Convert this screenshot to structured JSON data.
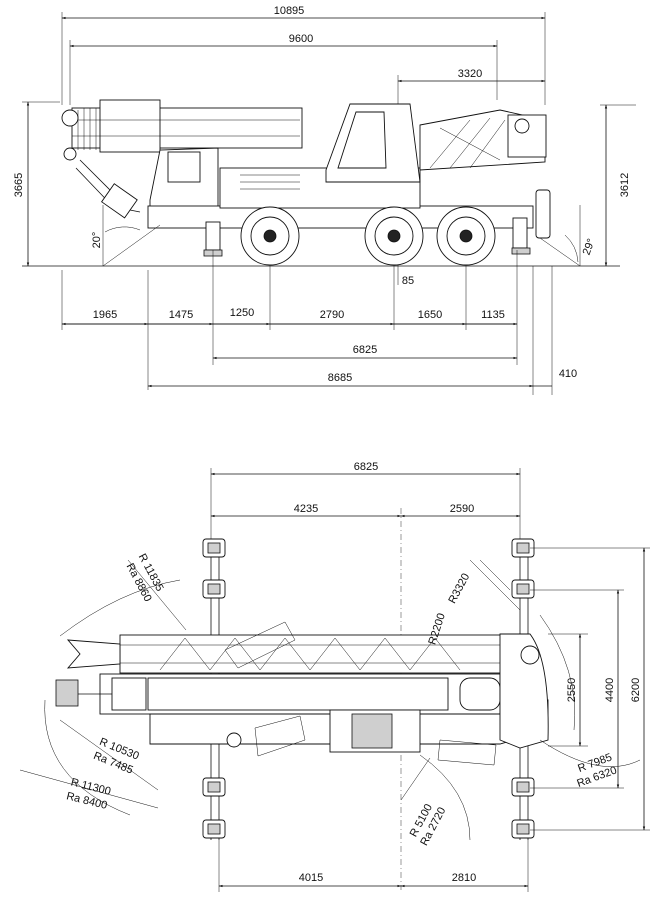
{
  "side_view": {
    "dims": {
      "overall_length": "10895",
      "boom_length": "9600",
      "rear_overhang": "3320",
      "height_boom": "3665",
      "height_rear": "3612",
      "approach_angle": "20°",
      "departure_angle": "29°",
      "ground_clearance": "85",
      "front_overhang": "1965",
      "axle_seg_1": "1475",
      "axle_seg_2": "1250",
      "axle_seg_3": "2790",
      "axle_seg_4": "1650",
      "axle_seg_5": "1135",
      "wheelbase_total": "6825",
      "body_length": "8685",
      "counterweight_offset": "410"
    }
  },
  "top_view": {
    "dims": {
      "outrigger_span": "6825",
      "front_to_center": "4235",
      "center_to_rear": "2590",
      "rear_width": "2550",
      "outrigger_width_mid": "4400",
      "outrigger_width_full": "6200",
      "bottom_front": "4015",
      "bottom_rear": "2810"
    },
    "radii": {
      "r1": "R 11835",
      "ra1": "Ra 8860",
      "r2": "R 10530",
      "ra2": "Ra 7485",
      "r3": "R 11300",
      "ra3": "Ra 8400",
      "r4": "R3320",
      "r5": "R2200",
      "r6": "R 7985",
      "ra6": "Ra 6320",
      "r7": "R 5100",
      "ra7": "Ra 2720"
    }
  }
}
